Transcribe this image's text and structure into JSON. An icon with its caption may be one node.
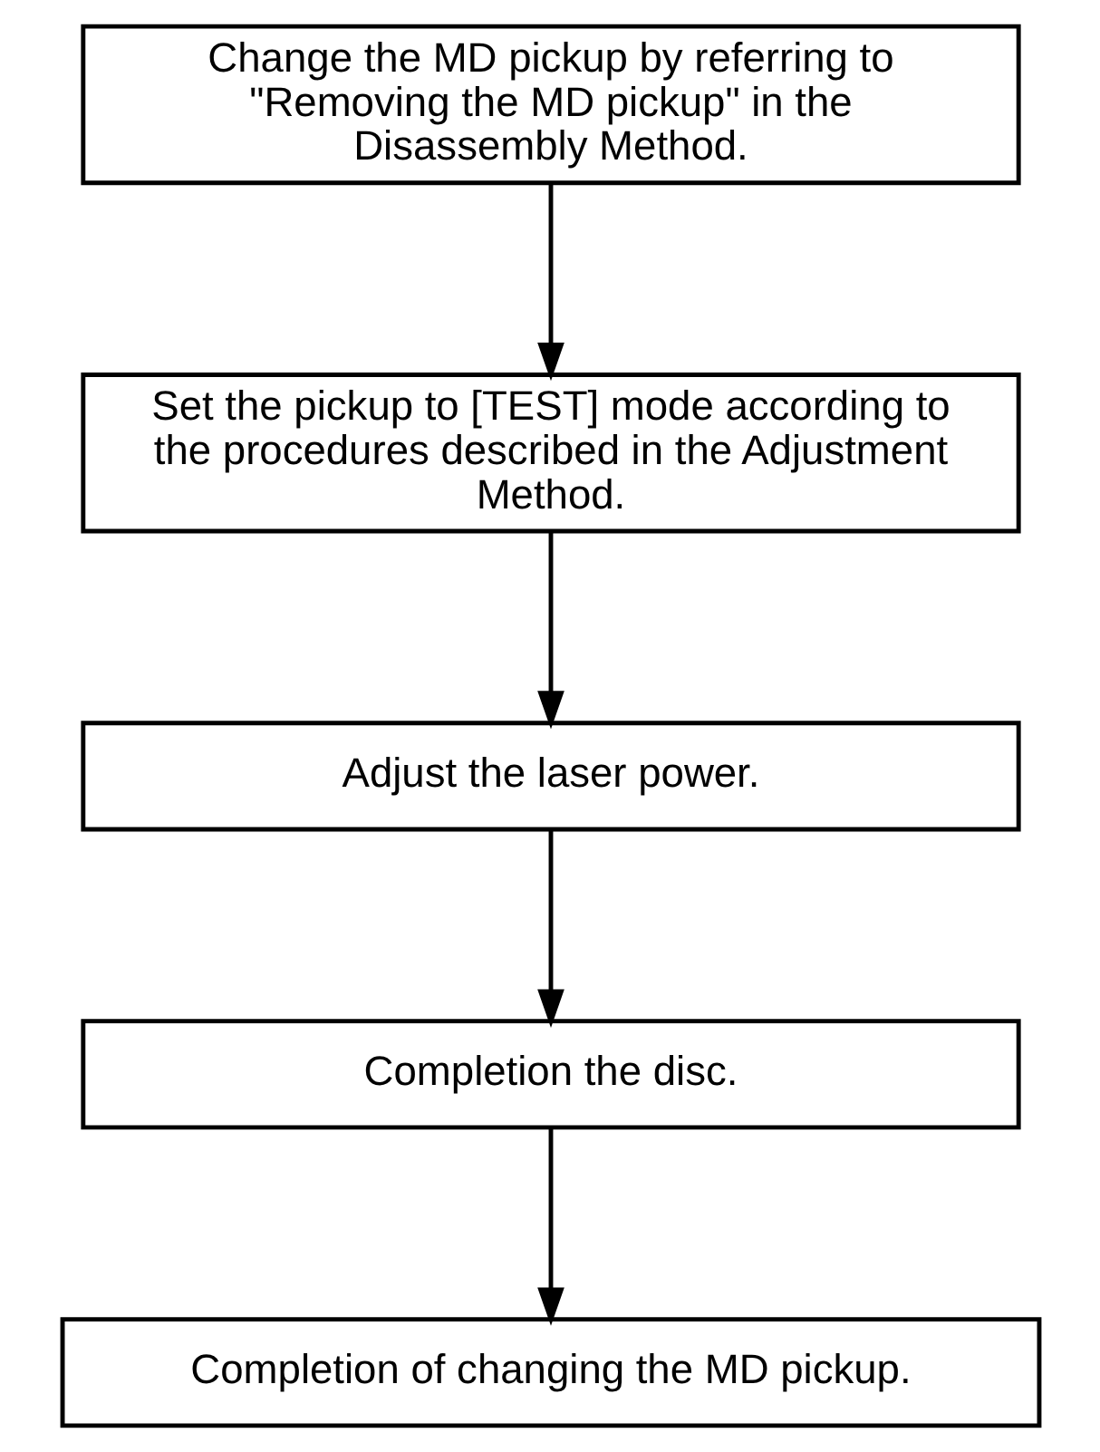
{
  "diagram": {
    "nodes": [
      {
        "text": [
          "Change the MD pickup by referring to \"Removing the MD pickup\" in the Disassembly Method."
        ]
      },
      {
        "text": [
          "Set the pickup to [TEST] mode according to the procedures described in the Adjustment Method."
        ]
      },
      {
        "text": [
          "Adjust the laser power."
        ]
      },
      {
        "text": [
          "Completion the disc."
        ]
      },
      {
        "text": [
          "Completion of changing the MD pickup."
        ]
      }
    ],
    "edges": [
      {
        "from": 0,
        "to": 1,
        "arrow": "to"
      },
      {
        "from": 1,
        "to": 2,
        "arrow": "to"
      },
      {
        "from": 2,
        "to": 3,
        "arrow": "to"
      },
      {
        "from": 3,
        "to": 4,
        "arrow": "to"
      }
    ]
  }
}
